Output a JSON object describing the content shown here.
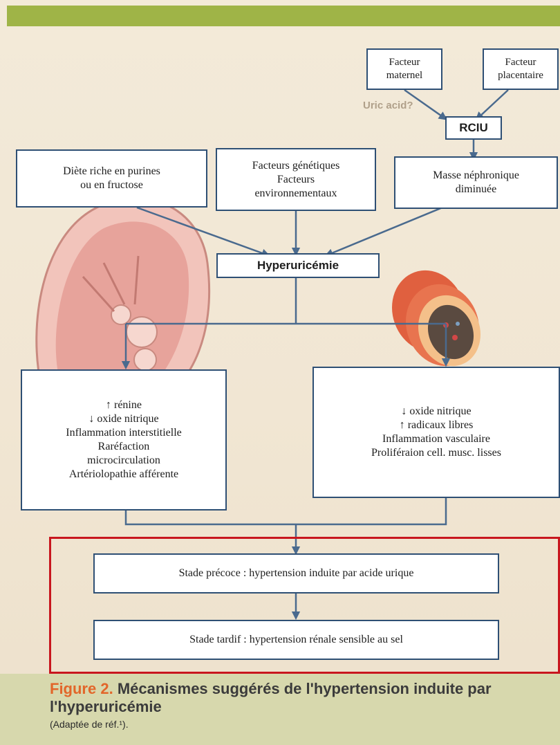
{
  "boxes": {
    "maternal": "Facteur\nmaternel",
    "placental": "Facteur\nplacentaire",
    "rciu": "RCIU",
    "diet": "Diète riche en purines\nou en fructose",
    "genetic": "Facteurs génétiques\nFacteurs\nenvironnementaux",
    "nephron": "Masse néphronique\ndiminuée",
    "hyperuricemia": "Hyperuricémie",
    "renal_effects": "↑ rénine\n↓ oxide nitrique\nInflammation interstitielle\nRaréfaction\nmicrocirculation\nArtériolopathie afférente",
    "vascular_effects": "↓ oxide nitrique\n↑ radicaux libres\nInflammation vasculaire\nProliféraion cell. musc. lisses",
    "early_stage": "Stade précoce : hypertension induite par acide urique",
    "late_stage": "Stade tardif : hypertension rénale sensible au sel"
  },
  "uric_label": "Uric acid?",
  "caption": {
    "label": "Figure 2.",
    "title": "Mécanismes suggérés de l'hypertension induite par l'hyperuricémie",
    "note": "(Adaptée de réf.¹)."
  },
  "colors": {
    "top_bar": "#9fb447",
    "box_border": "#2e4f74",
    "arrow": "#4a6a8e",
    "highlight_frame": "#c8161e",
    "caption_band": "#d7d8ad",
    "caption_label": "#e2662a"
  }
}
